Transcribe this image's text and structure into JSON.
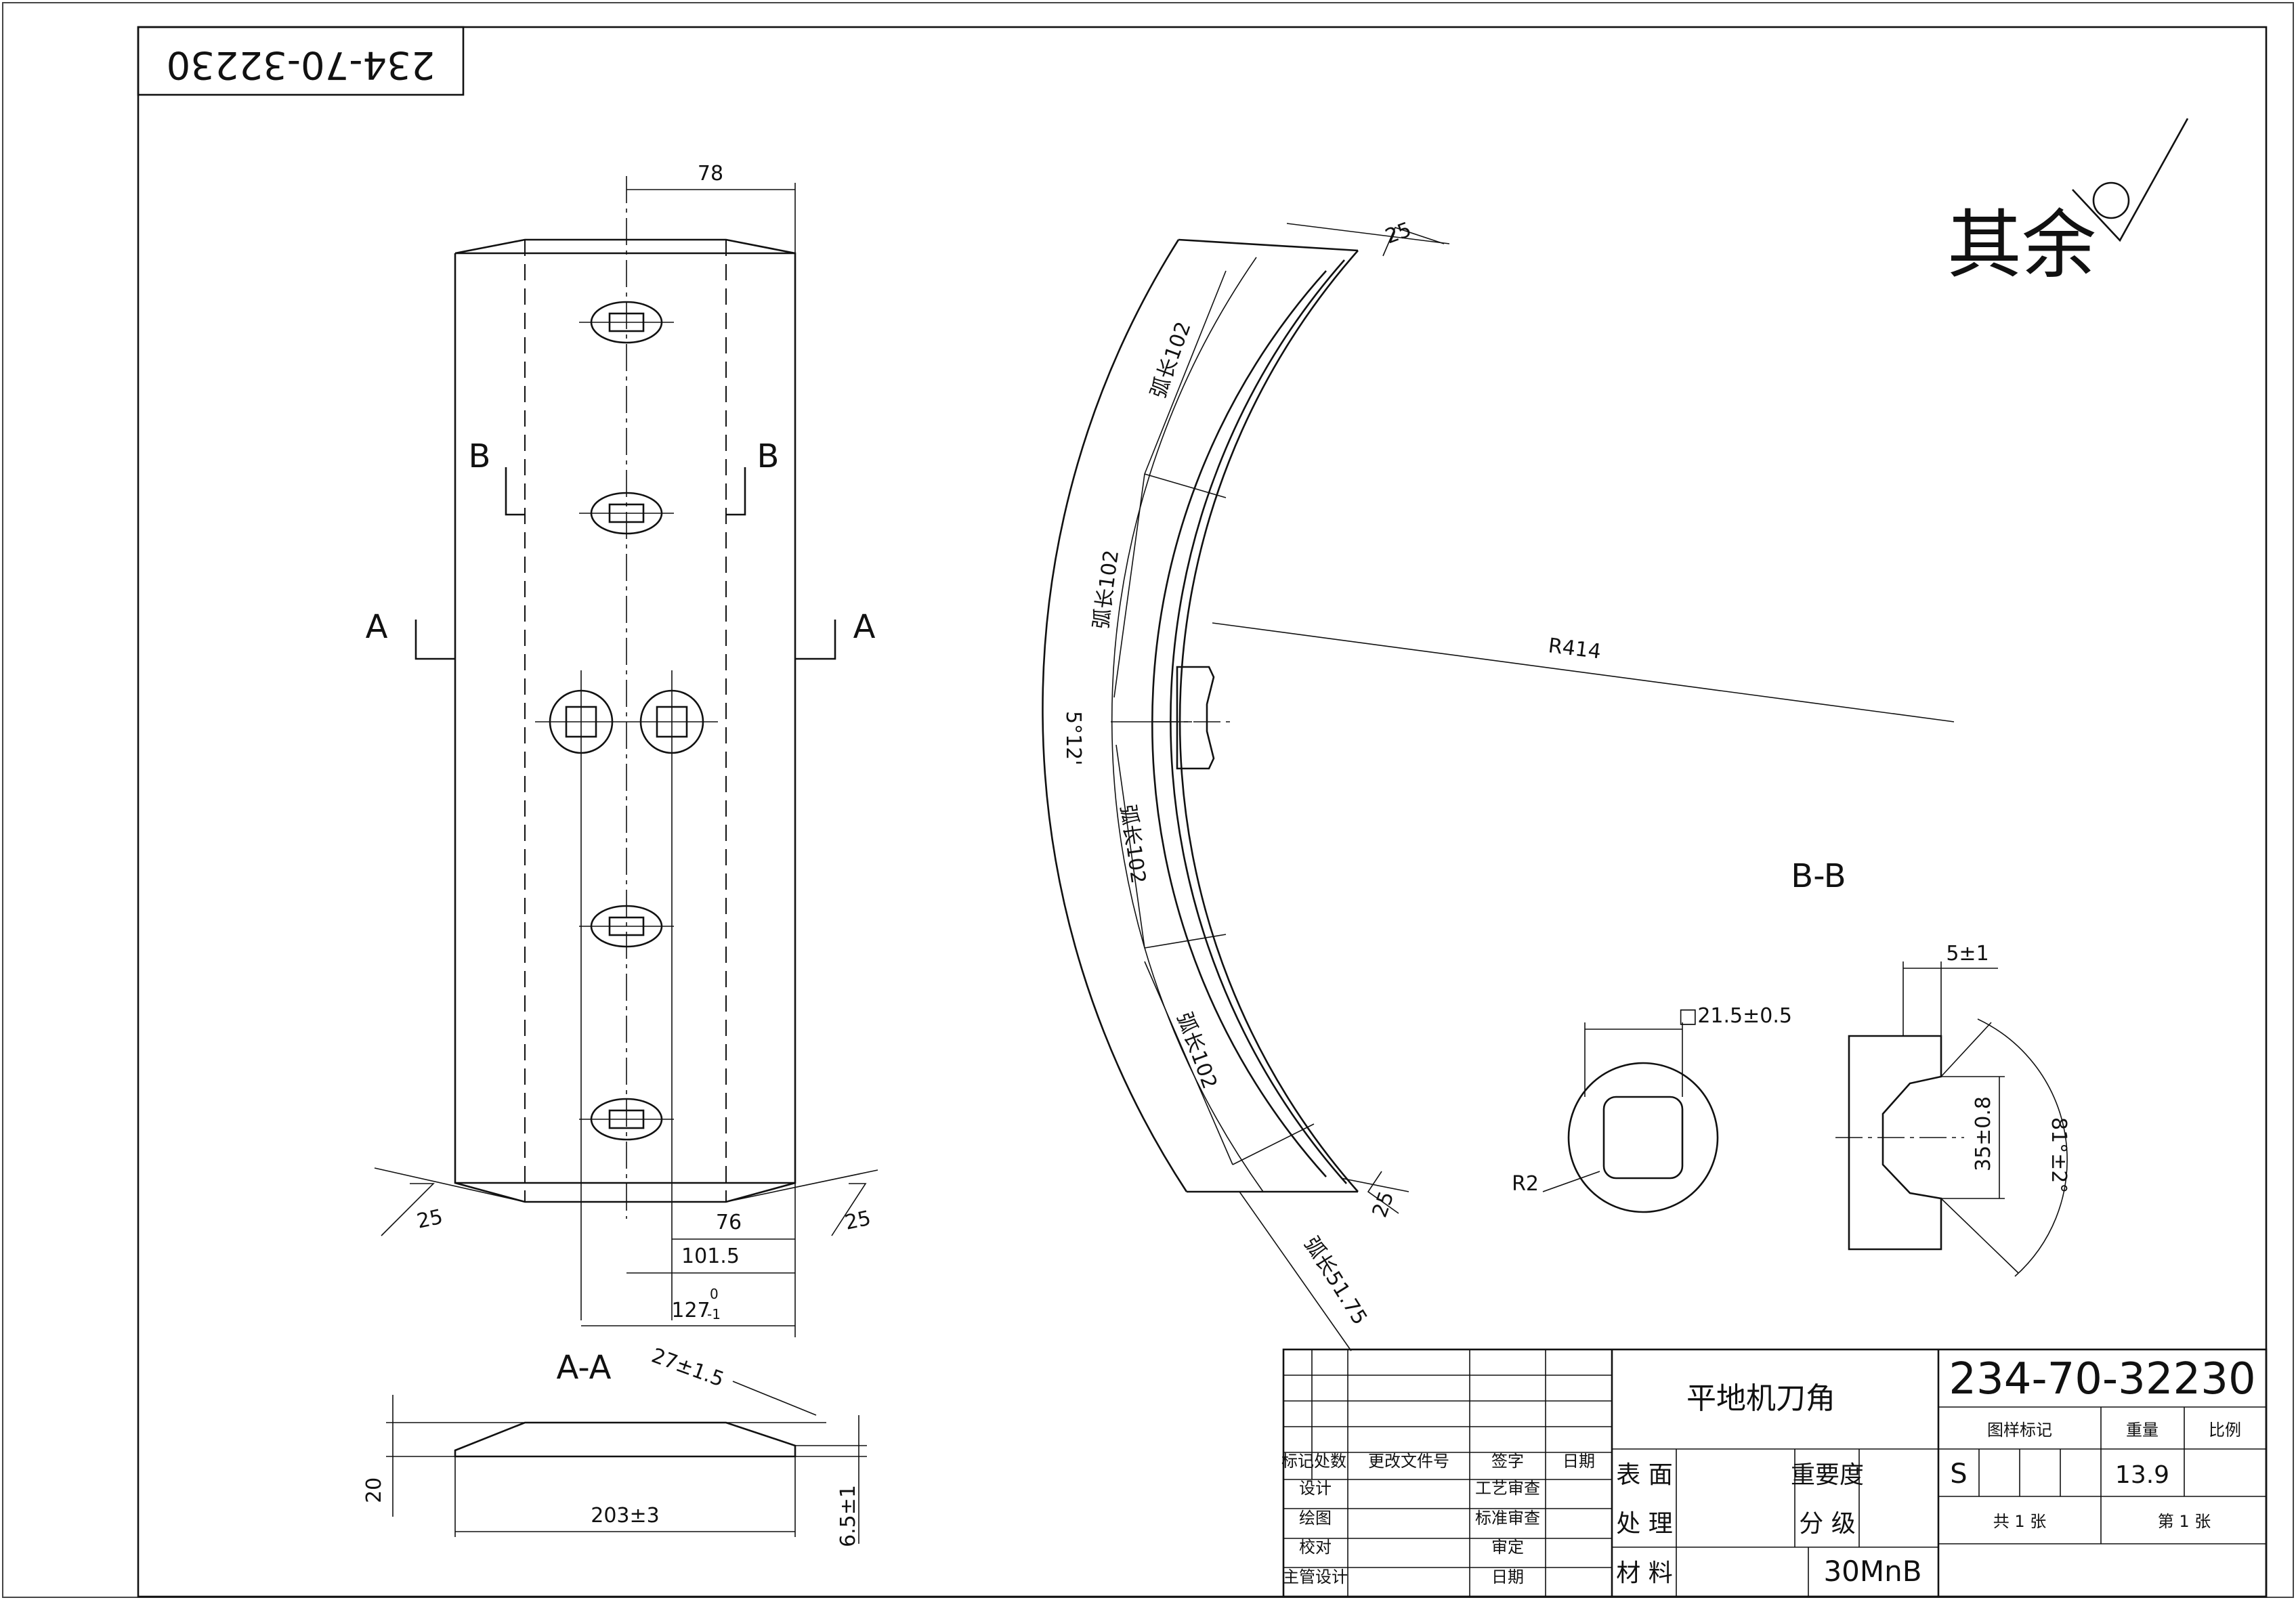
{
  "drawing_number": "234-70-32230",
  "surface_note": {
    "text": "其余"
  },
  "front_view": {
    "dims": {
      "width_top": "78",
      "d76": "76",
      "d101": "101.5",
      "d127": "127",
      "d127_tol": "0",
      "d127_tol_low": "-1"
    },
    "section_labels": {
      "b": "B",
      "a": "A"
    },
    "roughness": "25"
  },
  "section_aa": {
    "title": "A-A",
    "bevel": "27±1.5",
    "length": "203±3",
    "thickness": "20",
    "edge": "6.5±1"
  },
  "arc_view": {
    "arc_labels": [
      "弧长102",
      "弧长102",
      "弧长102",
      "弧长102",
      "弧长51.75"
    ],
    "angle_note": "5°12'",
    "radius": "R414",
    "roughness": "25"
  },
  "section_bb": {
    "title": "B-B",
    "square": "□21.5±0.5",
    "corner_radius": "R2",
    "depth": "5±1",
    "diameter": "35±0.8",
    "angle": "81°±2°"
  },
  "title_block": {
    "part_name": "平地机刀角",
    "rev_headers": [
      "标记",
      "处数",
      "更改文件号",
      "签字",
      "日期"
    ],
    "roles_left": [
      "设计",
      "绘图",
      "校对",
      "主管设计"
    ],
    "roles_right": [
      "工艺审查",
      "标准审查",
      "审定",
      "日期"
    ],
    "surface_label_1": "表 面",
    "surface_label_2": "处 理",
    "material_label": "材 料",
    "importance_1": "重要度",
    "importance_2": "分 级",
    "material": "30MnB",
    "stage_header": "图样标记",
    "weight_header": "重量",
    "scale_header": "比例",
    "stage_value": "S",
    "weight_value": "13.9",
    "sheets_total": "共 1 张",
    "sheet_no": "第 1 张"
  }
}
